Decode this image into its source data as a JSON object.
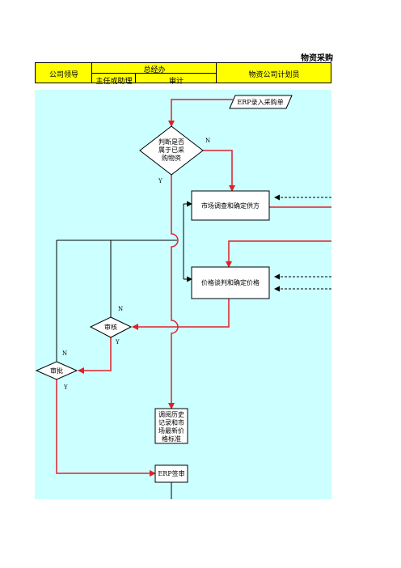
{
  "title": "物资采购",
  "header": {
    "col_leader": "公司领导",
    "col_general_office": "总经办",
    "sub_director": "主任或助理",
    "sub_audit": "审计",
    "col_planner": "物资公司计划员"
  },
  "nodes": {
    "erp_entry": "ERP录入采购单",
    "judge_line1": "判断是否",
    "judge_line2": "属于已采",
    "judge_line3": "购物资",
    "market_survey": "市场调查和确定供方",
    "price_negotiation": "价格谈判和确定价格",
    "audit": "审核",
    "approve": "审批",
    "history_line1": "调阅历史",
    "history_line2": "记录和市",
    "history_line3": "场最新价",
    "history_line4": "格标准",
    "erp_sign": "ERP签审"
  },
  "labels": {
    "judge_no": "N",
    "judge_yes": "Y",
    "audit_no": "N",
    "audit_yes": "Y",
    "approve_no": "N",
    "approve_yes": "Y"
  },
  "colors": {
    "header_bg": "#ffff00",
    "canvas_bg": "#ccffff",
    "flow_red": "#e0202a",
    "line_black": "#000000"
  }
}
